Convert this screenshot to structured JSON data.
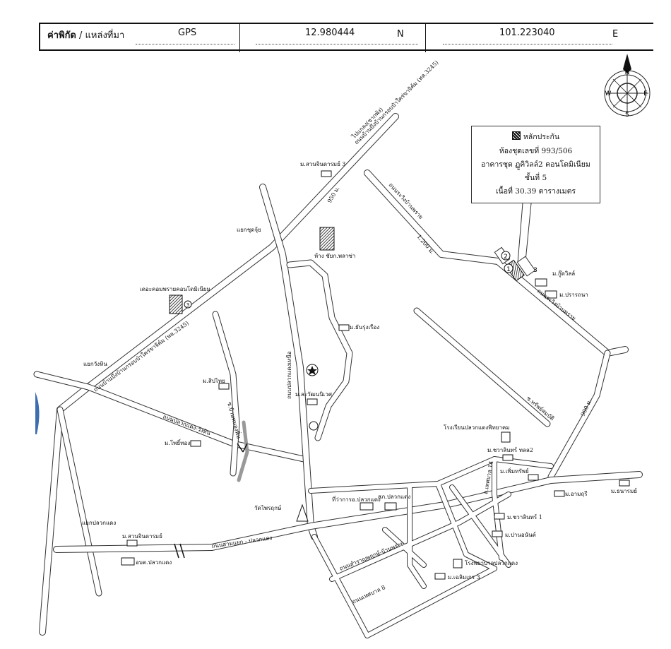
{
  "header": {
    "coord_label": "ค่าพิกัด",
    "source_label": "/ แหล่งที่มา",
    "source_value": "GPS",
    "lat_value": "12.980444",
    "lat_dir": "N",
    "lon_value": "101.223040",
    "lon_dir": "E"
  },
  "compass": {
    "n": "N",
    "s": "S",
    "e": "E",
    "w": "W"
  },
  "legend": {
    "title": "หลักประกัน",
    "line1": "ห้องชุดเลขที่ 993/506",
    "line2": "อาคารชุด ฏูคิวิลล์2 คอนโดมิเนียม",
    "line3": "ชั้นที่ 5",
    "line4": "เนื้อที่ 30.39 ตารางเมตร"
  },
  "map_labels": {
    "road_top": "ถนนบ้านบึงบ้านกรอบป๋าใคร่ขาจิค์ม (ทล.3245)",
    "road_mid": "ถนนบ้านบึงบ้านกรอบป๋าใคร่ขาจิค์ม (ทล.3245)",
    "to_chachoeng": "ไปแกลง(ชากพ้ง)",
    "road_right": "ถนนระวิงบ้านพราย",
    "road_right2": "ถนนระวิงบ้านพราย",
    "road_south": "ถนนสามแยก - ปลวกแดง",
    "road_huaipong": "ถนนปลวกแดง-วังหิน",
    "road_vertical": "ถนนปลวกแดงเหนือ",
    "road_bottom": "ถนนสำราญพฤกษ์-บ้านพราย",
    "road_lower": "ถนนเทศบาล 8",
    "road_soi14": "ถ.เทศบาล 14",
    "soi_pakpong": "ซ.บ้านหนองฟิ่ม",
    "soi_kaew": "ซ.ทรัพย์สมบัติ",
    "dist_950": "950 ม.",
    "dist_1200": "1,200 ม.",
    "dist_900": "900 ม.",
    "junction_chueng": "แยกชุดจุ้ย",
    "junction_wanghin": "แยกวังหิน",
    "junction_pluak": "แยกปลวกแดง",
    "m_suansin3": "ม.สวนจินดารมย์ 3",
    "shop_plaza": "ห้าง ชัยก.พลาซ่า",
    "condo_royal": "เดอะคอมพรายคอนโดมิเนียม",
    "m_thanaporn": "ม.ธันรุ่งเรือง",
    "m_sipthai": "ม.สิปไทย",
    "m_ladawan": "ม.ละวัฒนนิเวศ",
    "m_phothong": "ม.โพธิ์ทอง",
    "m_goodvill": "ม.กู๊ดวิลล์",
    "m_prarthana": "ม.ปรารถนา",
    "school": "โรงเรียนปลวกแดงพิทยาคม",
    "m_chawarin2": "ม.ชวาลินทร์ ทลล2",
    "m_permsap": "ม.เพิ่มทรัพย์",
    "m_amaruchi": "ม.อามฤรี",
    "m_tanarom": "ม.ธนารมย์",
    "wat": "วัดไพรฤกษ์",
    "amphoe": "ที่ว่าการอ.ปลวกแดง",
    "police": "สภ.ปลวกแดง",
    "m_chawarin1": "ม.ชวาลินทร์ 1",
    "m_pranom": "ม.ปานอนันต์",
    "hospital": "โรงพยาบาลปลวกแดง",
    "m_chalerm3": "ม.เฉลิมเกร 3",
    "m_suansin": "ม.สวนจินดารมย์",
    "obt": "อบต.ปลวกแดง",
    "n1": "1",
    "n2": "2",
    "n3": "3",
    "n3b": "3"
  }
}
